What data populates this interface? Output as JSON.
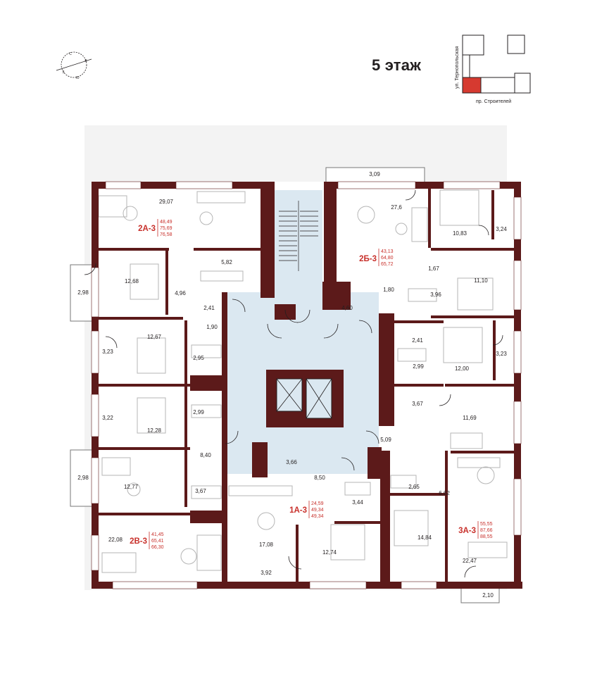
{
  "floor_title": "5 этаж",
  "key_plan": {
    "street_vertical": "ул. Тернопольская",
    "street_horizontal": "пр. Строителей",
    "highlight_color": "#d63a30"
  },
  "compass": {
    "n": "С",
    "s": "Ю",
    "w": "З",
    "e": "В"
  },
  "colors": {
    "wall": "#5c1a1a",
    "core": "#dbe8f1",
    "accent": "#c8302b",
    "furniture": "#b5b5b5",
    "site": "#f2f2f2"
  },
  "apartments": [
    {
      "code": "2А-3",
      "areas": [
        "48,49",
        "75,69",
        "76,58"
      ]
    },
    {
      "code": "2Б-3",
      "areas": [
        "43,13",
        "64,80",
        "65,72"
      ]
    },
    {
      "code": "1А-3",
      "areas": [
        "24,59",
        "49,34",
        "49,34"
      ]
    },
    {
      "code": "2В-3",
      "areas": [
        "41,45",
        "65,41",
        "66,30"
      ]
    },
    {
      "code": "3А-3",
      "areas": [
        "55,55",
        "87,66",
        "88,55"
      ]
    }
  ],
  "room_areas": [
    "29,07",
    "5,82",
    "12,68",
    "4,96",
    "2,98",
    "2,41",
    "1,90",
    "12,67",
    "2,95",
    "3,23",
    "3,22",
    "12,28",
    "2,99",
    "8,40",
    "2,98",
    "12,77",
    "3,67",
    "22,08",
    "17,08",
    "3,92",
    "3,66",
    "8,50",
    "3,44",
    "12,74",
    "3,09",
    "27,6",
    "10,83",
    "3,24",
    "1,67",
    "1,80",
    "3,96",
    "4,60",
    "11,10",
    "2,41",
    "3,23",
    "2,99",
    "12,00",
    "3,67",
    "11,69",
    "5,09",
    "2,65",
    "6,62",
    "14,84",
    "22,47",
    "2,10"
  ]
}
